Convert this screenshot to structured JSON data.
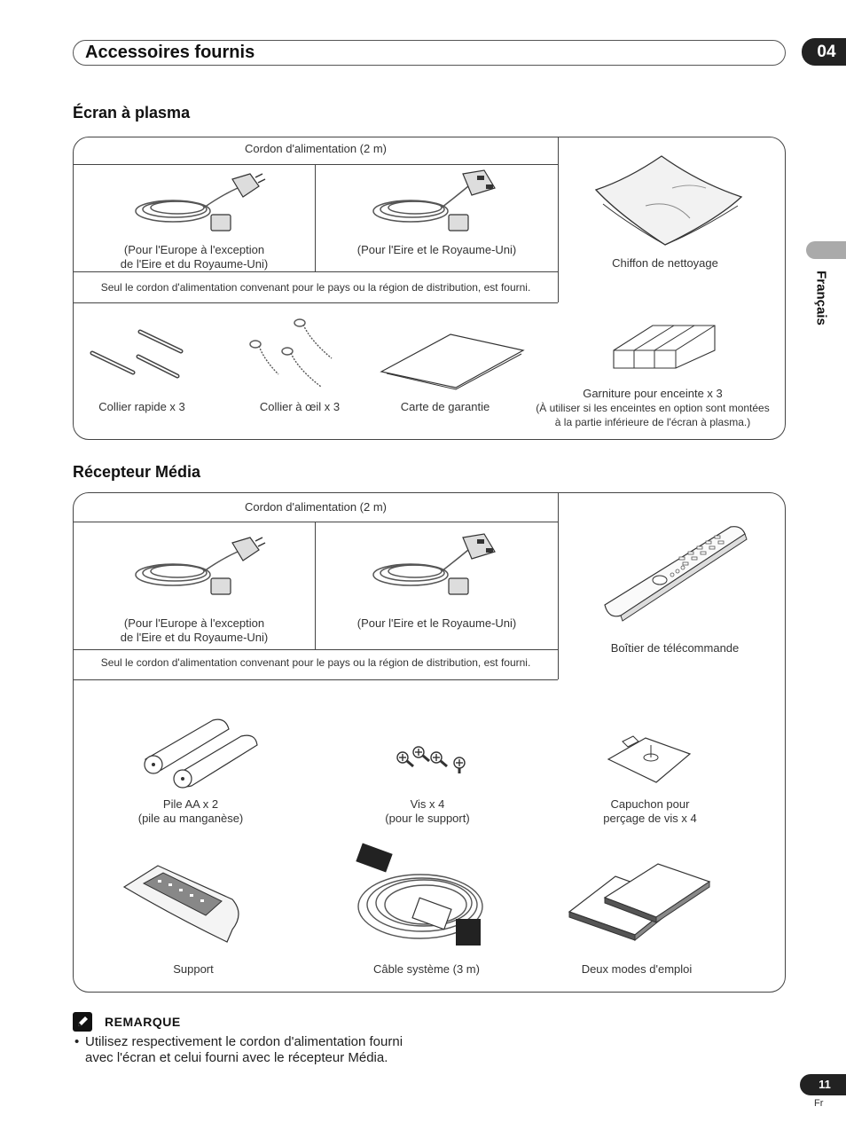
{
  "header": {
    "title": "Accessoires fournis",
    "chapter": "04"
  },
  "side_tab": {
    "language": "Français"
  },
  "section1": {
    "title": "Écran à plasma",
    "cord_header": "Cordon d'alimentation (2 m)",
    "cord_eu": "(Pour l'Europe à l'exception de l'Eire et du Royaume-Uni)",
    "cord_eu_line1": "(Pour l'Europe à l'exception",
    "cord_eu_line2": "de l'Eire et du Royaume-Uni)",
    "cord_uk": "(Pour l'Eire et le Royaume-Uni)",
    "cord_note": "Seul le cordon d'alimentation convenant pour le pays ou la région de distribution, est fourni.",
    "cloth": "Chiffon de nettoyage",
    "clamp": "Collier rapide x 3",
    "eye_clamp": "Collier à œil  x 3",
    "warranty": "Carte de garantie",
    "pad_line1": "Garniture pour enceinte x 3",
    "pad_line2": "(À utiliser si les enceintes en option sont montées",
    "pad_line3": "à la partie inférieure de l'écran à plasma.)"
  },
  "section2": {
    "title": "Récepteur Média",
    "cord_header": "Cordon d'alimentation (2 m)",
    "cord_eu_line1": "(Pour l'Europe à l'exception",
    "cord_eu_line2": "de l'Eire et du Royaume-Uni)",
    "cord_uk": "(Pour l'Eire et le Royaume-Uni)",
    "cord_note": "Seul le cordon d'alimentation convenant pour le pays ou la région de distribution, est fourni.",
    "remote": "Boîtier de télécommande",
    "battery_line1": "Pile AA x 2",
    "battery_line2": "(pile au manganèse)",
    "screw_line1": "Vis x 4",
    "screw_line2": "(pour le support)",
    "cap_line1": "Capuchon pour",
    "cap_line2": "perçage de vis x 4",
    "stand": "Support",
    "system_cable": "Câble système (3 m)",
    "manuals": "Deux modes d'emploi"
  },
  "note": {
    "title": "REMARQUE",
    "bullet": "•",
    "text": "Utilisez respectivement le cordon d'alimentation fourni avec l'écran et celui fourni avec le récepteur Média."
  },
  "footer": {
    "page": "11",
    "lang": "Fr"
  }
}
